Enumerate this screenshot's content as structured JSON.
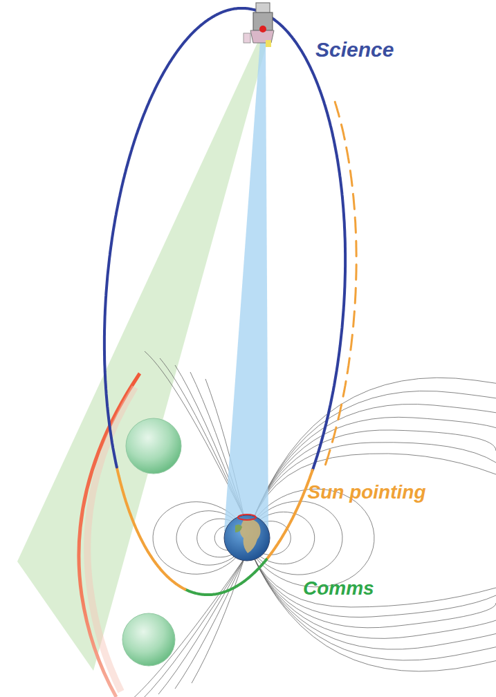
{
  "diagram": {
    "labels": [
      "Science",
      "Sun pointing",
      "Comms"
    ]
  }
}
